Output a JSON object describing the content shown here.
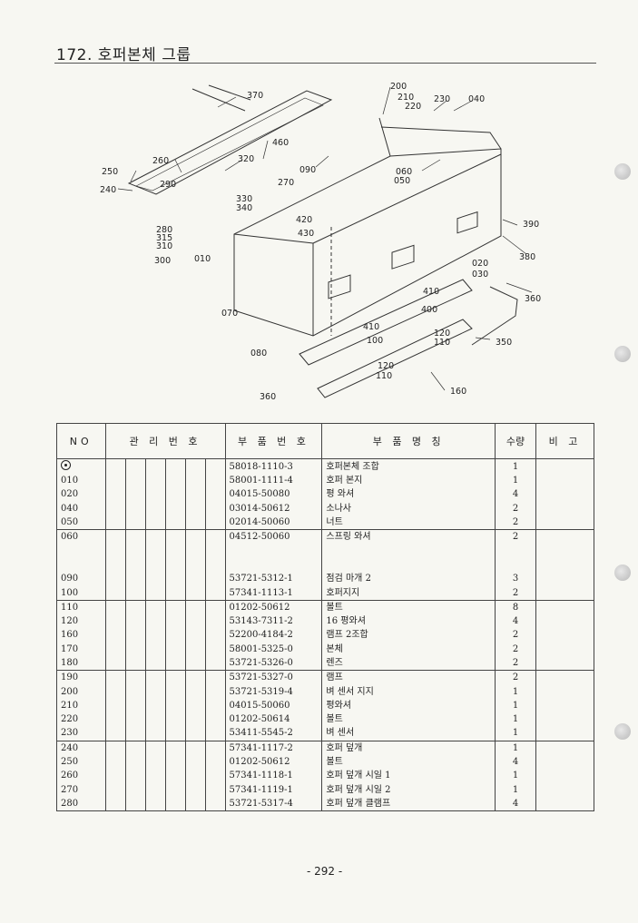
{
  "header": {
    "title": "172. 호퍼본체 그룹"
  },
  "diagram": {
    "callouts": [
      "370",
      "460",
      "320",
      "250",
      "260",
      "240",
      "290",
      "330",
      "340",
      "280",
      "315",
      "310",
      "300",
      "010",
      "270",
      "090",
      "420",
      "430",
      "200",
      "210",
      "220",
      "230",
      "040",
      "060",
      "050",
      "390",
      "380",
      "020",
      "030",
      "360",
      "410",
      "400",
      "070",
      "410",
      "100",
      "120",
      "110",
      "080",
      "350",
      "120",
      "110",
      "160",
      "360"
    ]
  },
  "table": {
    "headers": {
      "no": "NO",
      "mgmt": "관 리 번 호",
      "part_no": "부 품 번 호",
      "part_name": "부 품 명 칭",
      "qty": "수량",
      "remarks": "비 고"
    },
    "groups": [
      {
        "rows": [
          {
            "no": "",
            "part_no": "58018-1110-3",
            "name": "호퍼본체 조합",
            "qty": "1",
            "assembly": true
          },
          {
            "no": "010",
            "part_no": "58001-1111-4",
            "name": "호퍼 본지",
            "qty": "1"
          },
          {
            "no": "020",
            "part_no": "04015-50080",
            "name": "평 와셔",
            "qty": "4"
          },
          {
            "no": "040",
            "part_no": "03014-50612",
            "name": "소나사",
            "qty": "2"
          },
          {
            "no": "050",
            "part_no": "02014-50060",
            "name": "너트",
            "qty": "2"
          }
        ]
      },
      {
        "rows": [
          {
            "no": "060",
            "part_no": "04512-50060",
            "name": "스프링 와셔",
            "qty": "2"
          },
          {
            "no": "",
            "part_no": "",
            "name": "",
            "qty": ""
          },
          {
            "no": "",
            "part_no": "",
            "name": "",
            "qty": ""
          },
          {
            "no": "090",
            "part_no": "53721-5312-1",
            "name": "점검 마개 2",
            "qty": "3"
          },
          {
            "no": "100",
            "part_no": "57341-1113-1",
            "name": "호퍼지지",
            "qty": "2"
          }
        ]
      },
      {
        "rows": [
          {
            "no": "110",
            "part_no": "01202-50612",
            "name": "볼트",
            "qty": "8"
          },
          {
            "no": "120",
            "part_no": "53143-7311-2",
            "name": "16 평와셔",
            "qty": "4"
          },
          {
            "no": "160",
            "part_no": "52200-4184-2",
            "name": "램프 2조합",
            "qty": "2"
          },
          {
            "no": "170",
            "part_no": "58001-5325-0",
            "name": "본체",
            "qty": "2"
          },
          {
            "no": "180",
            "part_no": "53721-5326-0",
            "name": "렌즈",
            "qty": "2"
          }
        ]
      },
      {
        "rows": [
          {
            "no": "190",
            "part_no": "53721-5327-0",
            "name": "램프",
            "qty": "2"
          },
          {
            "no": "200",
            "part_no": "53721-5319-4",
            "name": "벼 센서 지지",
            "qty": "1"
          },
          {
            "no": "210",
            "part_no": "04015-50060",
            "name": "평와셔",
            "qty": "1"
          },
          {
            "no": "220",
            "part_no": "01202-50614",
            "name": "볼트",
            "qty": "1"
          },
          {
            "no": "230",
            "part_no": "53411-5545-2",
            "name": "벼 센서",
            "qty": "1"
          }
        ]
      },
      {
        "rows": [
          {
            "no": "240",
            "part_no": "57341-1117-2",
            "name": "호퍼 덮개",
            "qty": "1"
          },
          {
            "no": "250",
            "part_no": "01202-50612",
            "name": "볼트",
            "qty": "4"
          },
          {
            "no": "260",
            "part_no": "57341-1118-1",
            "name": "호퍼 덮개 시일 1",
            "qty": "1"
          },
          {
            "no": "270",
            "part_no": "57341-1119-1",
            "name": "호퍼 덮개 시일 2",
            "qty": "1"
          },
          {
            "no": "280",
            "part_no": "53721-5317-4",
            "name": "호퍼 덮개 클램프",
            "qty": "4"
          }
        ]
      }
    ]
  },
  "footer": {
    "page_number": "- 292 -"
  }
}
